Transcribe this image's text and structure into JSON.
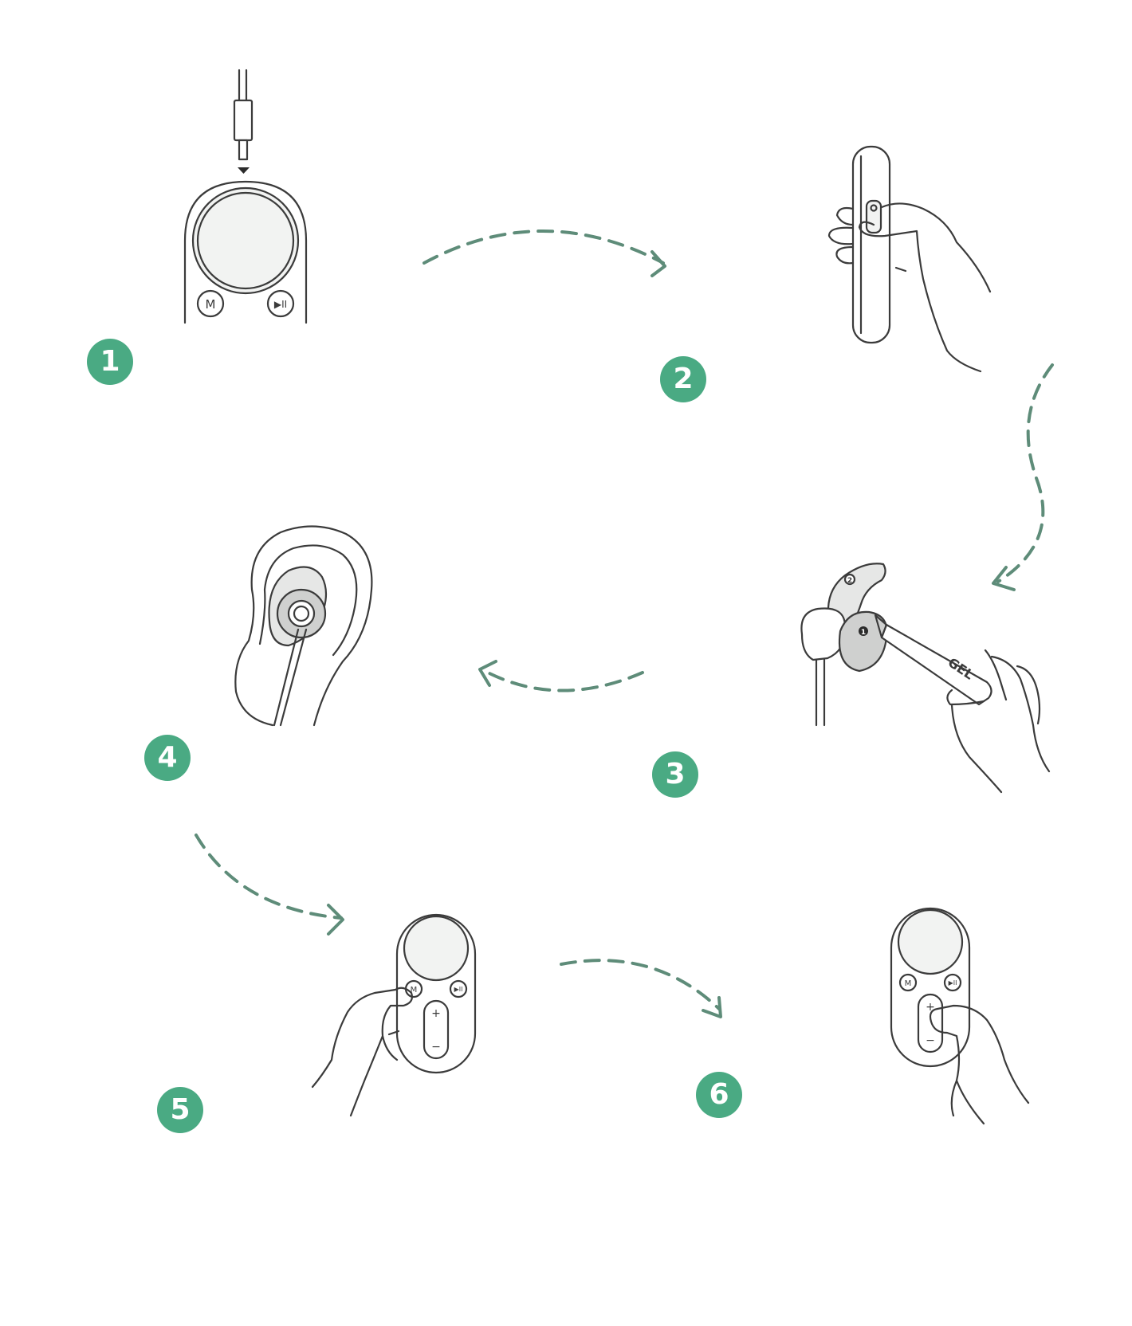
{
  "colors": {
    "badge": "#4aaa83",
    "arrow": "#5e8c79",
    "line": "#3b3b3b",
    "fill_light": "#f2f3f2"
  },
  "steps": [
    {
      "number": "1",
      "illustration": "charge-cable-into-case"
    },
    {
      "number": "2",
      "illustration": "press-power-button"
    },
    {
      "number": "3",
      "illustration": "apply-gel-to-earbud"
    },
    {
      "number": "4",
      "illustration": "insert-earbud-in-ear"
    },
    {
      "number": "5",
      "illustration": "press-mode-button"
    },
    {
      "number": "6",
      "illustration": "adjust-volume"
    }
  ],
  "device_labels": {
    "mode": "M",
    "play_pause": "▶II",
    "plus": "+",
    "minus": "−",
    "gel": "GEL",
    "tip_1": "1",
    "tip_2": "2"
  }
}
